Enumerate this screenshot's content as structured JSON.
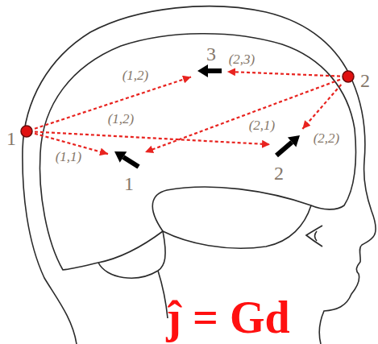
{
  "diagram": {
    "nodes": [
      {
        "text": [
          "1"
        ]
      },
      {
        "text": [
          "2"
        ]
      },
      {
        "text": [
          "1"
        ]
      },
      {
        "text": [
          "2"
        ]
      },
      {
        "text": [
          "3"
        ]
      }
    ],
    "edges": [
      {
        "from": 0,
        "to": 4,
        "arrow": "to",
        "label": "(1,2)"
      },
      {
        "from": 1,
        "to": 4,
        "arrow": "to",
        "label": "(2,3)"
      },
      {
        "from": 0,
        "to": 3,
        "arrow": "to",
        "label": "(1,2)"
      },
      {
        "from": 1,
        "to": 2,
        "arrow": "to",
        "label": "(2,1)"
      },
      {
        "from": 0,
        "to": 2,
        "arrow": "to",
        "label": "(1,1)"
      },
      {
        "from": 1,
        "to": 3,
        "arrow": "to",
        "label": "(2,2)"
      }
    ],
    "labels": [
      "ĵ = Gd"
    ]
  }
}
